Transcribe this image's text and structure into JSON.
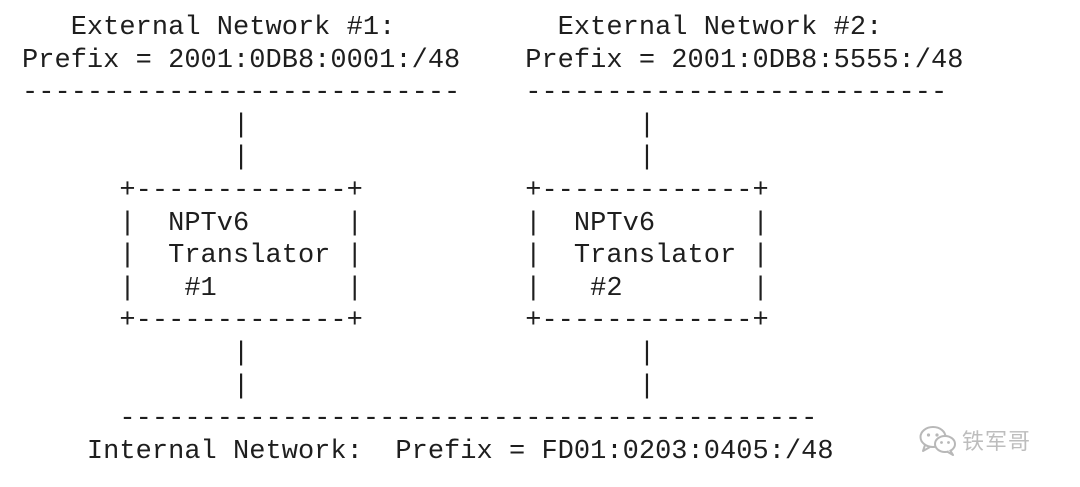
{
  "diagram": {
    "lines": [
      "   External Network #1:          External Network #2:",
      "Prefix = 2001:0DB8:0001:/48    Prefix = 2001:0DB8:5555:/48",
      "---------------------------    --------------------------",
      "             |                        |",
      "             |                        |",
      "      +-------------+          +-------------+",
      "      |  NPTv6      |          |  NPTv6      |",
      "      |  Translator |          |  Translator |",
      "      |   #1        |          |   #2        |",
      "      +-------------+          +-------------+",
      "             |                        |",
      "             |                        |",
      "      -------------------------------------------",
      "    Internal Network:  Prefix = FD01:0203:0405:/48"
    ]
  },
  "watermark": {
    "text": "铁军哥",
    "icon": "wechat-icon"
  }
}
